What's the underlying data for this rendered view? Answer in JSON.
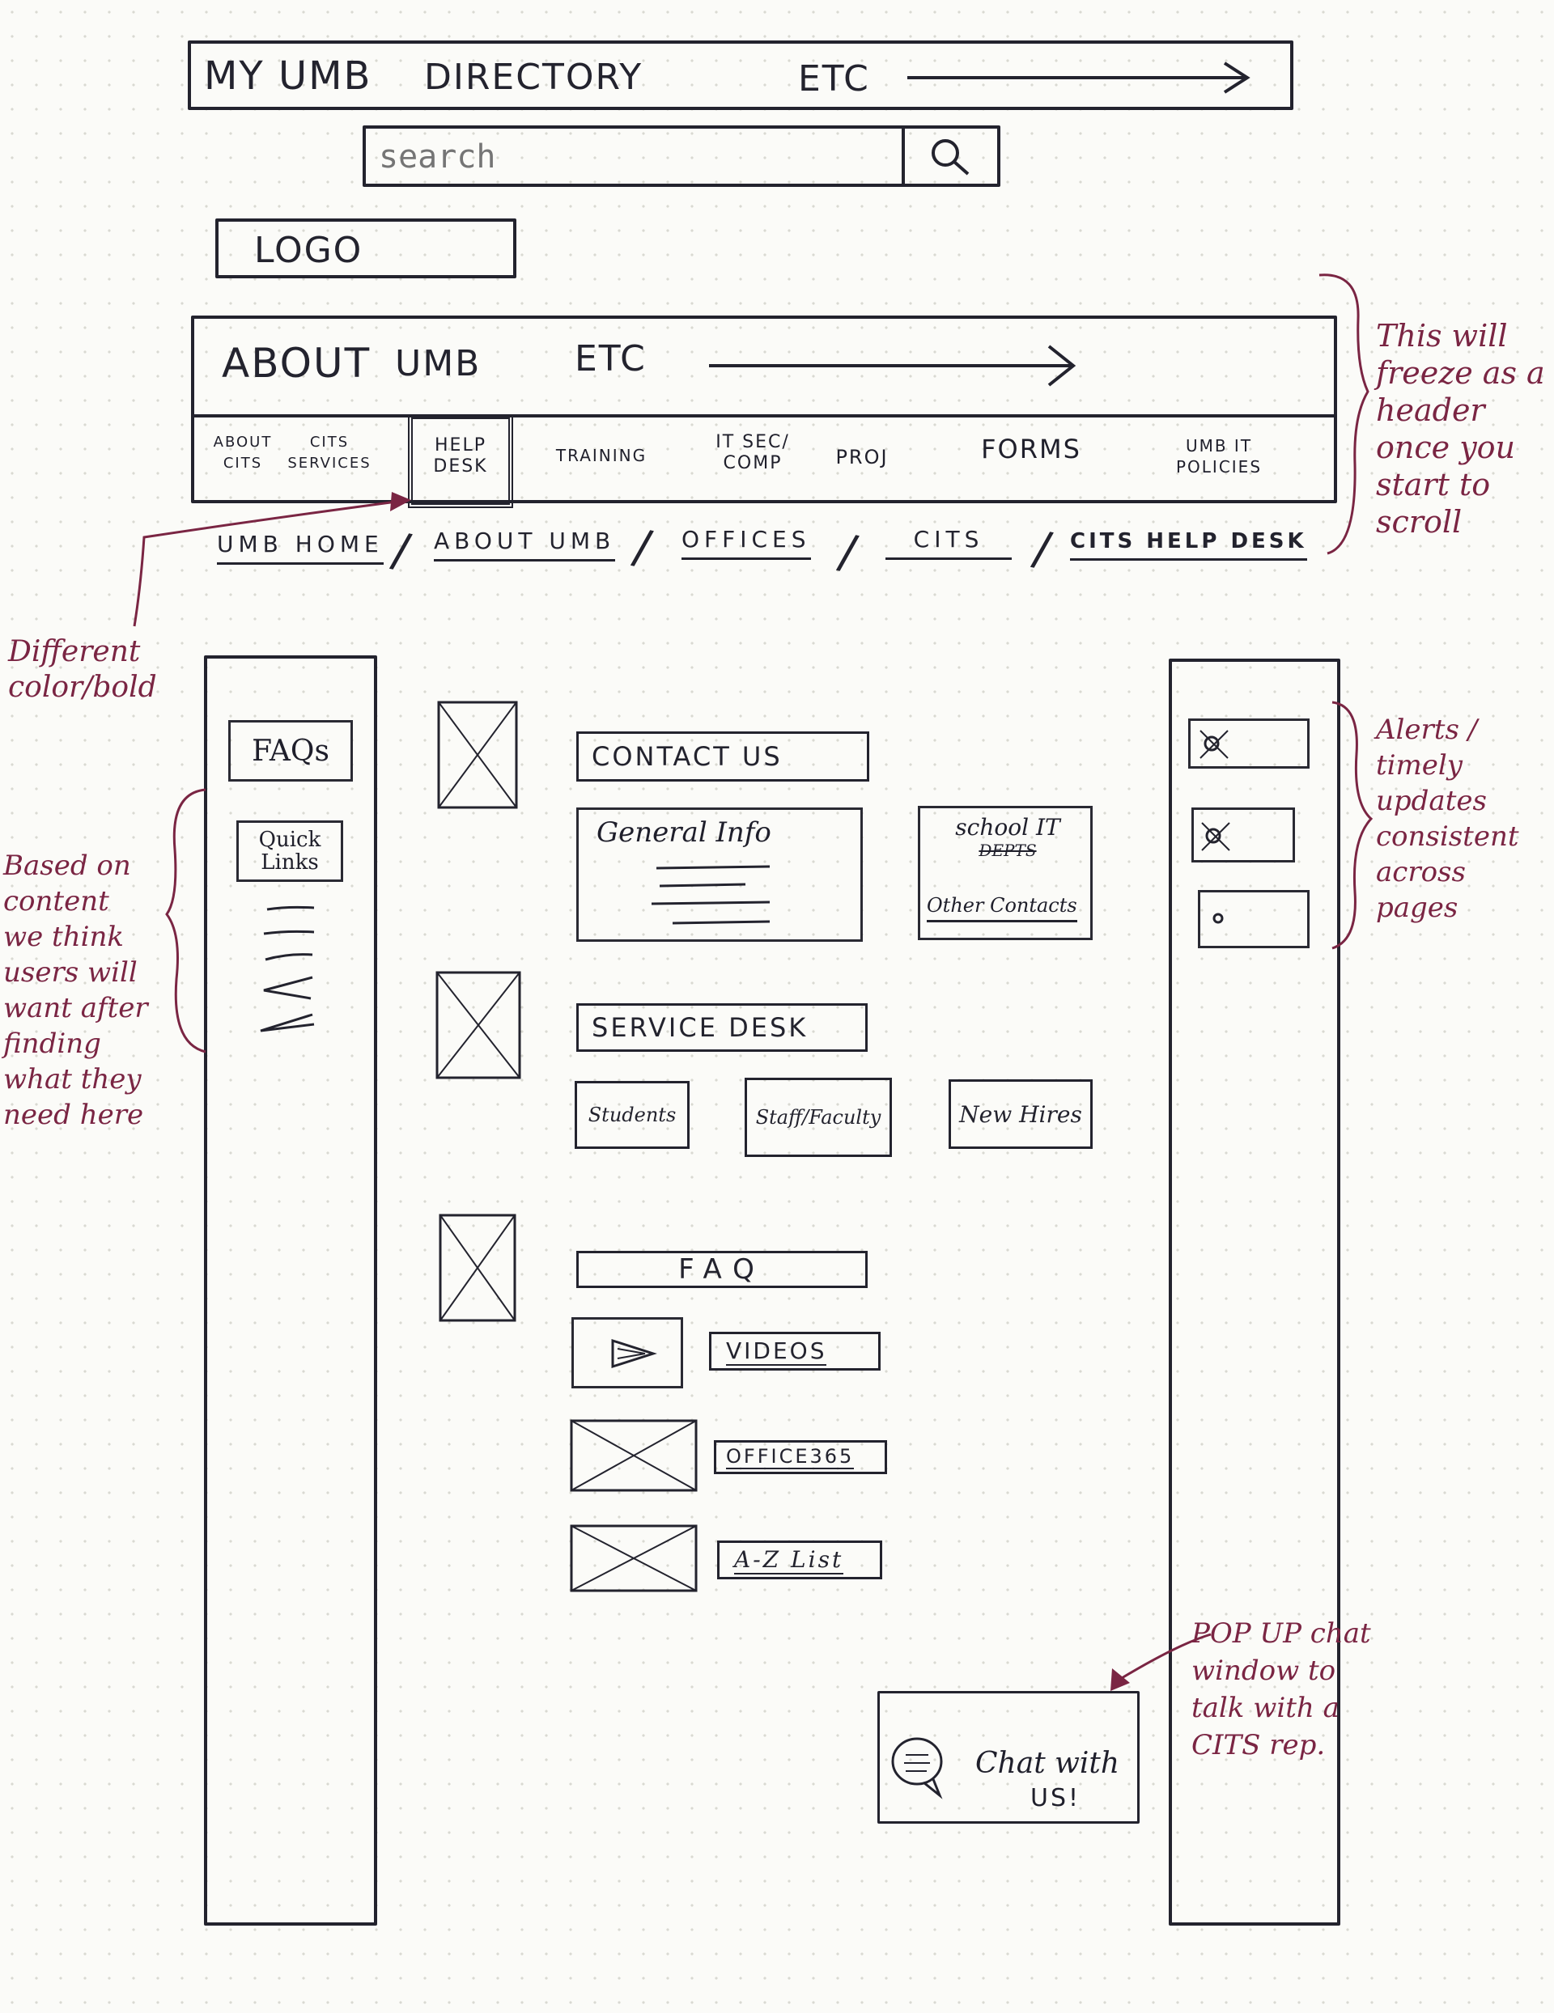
{
  "top_bar": {
    "items": [
      "MY UMB",
      "DIRECTORY",
      "ETC"
    ]
  },
  "search": {
    "placeholder": "search"
  },
  "logo": {
    "label": "LOGO"
  },
  "main_nav": {
    "items": [
      "ABOUT",
      "UMB",
      "ETC"
    ]
  },
  "sub_nav": {
    "items": [
      {
        "line1": "ABOUT",
        "line2": "CITS"
      },
      {
        "line1": "CITS",
        "line2": "SERVICES"
      },
      {
        "line1": "HELP",
        "line2": "DESK"
      },
      {
        "line1": "TRAINING",
        "line2": ""
      },
      {
        "line1": "IT SEC/",
        "line2": "COMP"
      },
      {
        "line1": "PROJ",
        "line2": ""
      },
      {
        "line1": "FORMS",
        "line2": ""
      },
      {
        "line1": "UMB IT",
        "line2": "POLICIES"
      }
    ]
  },
  "breadcrumb": {
    "items": [
      "UMB HOME",
      "ABOUT UMB",
      "OFFICES",
      "CITS",
      "CITS HELP DESK"
    ],
    "separator": "/"
  },
  "left_sidebar": {
    "faqs": "FAQs",
    "quick_links": "Quick Links"
  },
  "content": {
    "contact_us": {
      "title": "CONTACT US",
      "general_info": "General Info",
      "school_it_top": "school IT",
      "school_it_bottom": "DEPTS",
      "other_contacts": "Other Contacts"
    },
    "service_desk": {
      "title": "SERVICE DESK",
      "options": [
        "Students",
        "Staff/Faculty",
        "New Hires"
      ]
    },
    "faq": {
      "title": "FAQ",
      "links": [
        "VIDEOS",
        "OFFICE365",
        "A-Z List"
      ]
    }
  },
  "chat": {
    "label_line1": "Chat with",
    "label_line2": "US!"
  },
  "annotations": {
    "freeze_header": "This will freeze as a header once you start to scroll",
    "different_color": "Different color/bold",
    "based_on_content": "Based on content we think users will want after finding what they need here",
    "alerts": "Alerts / timely updates consistent across pages",
    "popup_chat": "POP UP chat window to talk with a CITS rep."
  },
  "colors": {
    "ink": "#23232e",
    "annotation": "#7a2543",
    "paper": "#fbfbf8"
  }
}
